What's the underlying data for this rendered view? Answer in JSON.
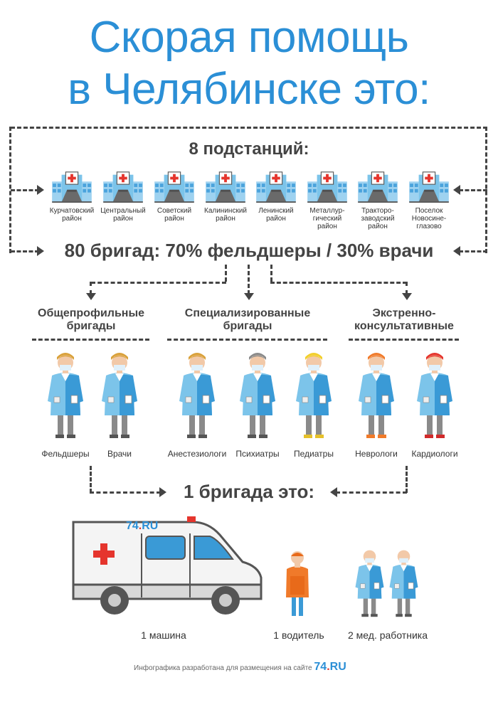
{
  "title_line1": "Скорая помощь",
  "title_line2": "в Челябинске это:",
  "substations_heading": "8 подстанций:",
  "substations": [
    [
      "Курчатовский",
      "район"
    ],
    [
      "Центральный",
      "район"
    ],
    [
      "Советский",
      "район"
    ],
    [
      "Калининский",
      "район"
    ],
    [
      "Ленинский",
      "район"
    ],
    [
      "Металлур-",
      "гический",
      "район"
    ],
    [
      "Тракторо-",
      "заводский",
      "район"
    ],
    [
      "Поселок",
      "Новосине-",
      "глазово"
    ]
  ],
  "brigades_summary": "80 бригад: 70% фельдшеры / 30% врачи",
  "categories": [
    [
      "Общепрофильные",
      "бригады"
    ],
    [
      "Специализированные",
      "бригады"
    ],
    [
      "Экстренно-",
      "консультативные"
    ]
  ],
  "specialists": [
    "Фельдшеры",
    "Врачи",
    "Анестезиологи",
    "Психиатры",
    "Педиатры",
    "Неврологи",
    "Кардиологи"
  ],
  "one_brigade": "1 бригада это:",
  "ambulance_logo": {
    "num": "74",
    "dot": ".",
    "ru": "RU"
  },
  "bottom_items": [
    "1 машина",
    "1 водитель",
    "2 мед. работника"
  ],
  "footer_text": "Инфографика разработана для размещения на сайте",
  "footer_logo": {
    "num": "74",
    "dot": ".",
    "ru": "RU"
  },
  "colors": {
    "title_blue": "#2b8fd6",
    "coat_blue": "#7cc4ea",
    "cross_red": "#e5352d",
    "text_dark": "#444444"
  }
}
